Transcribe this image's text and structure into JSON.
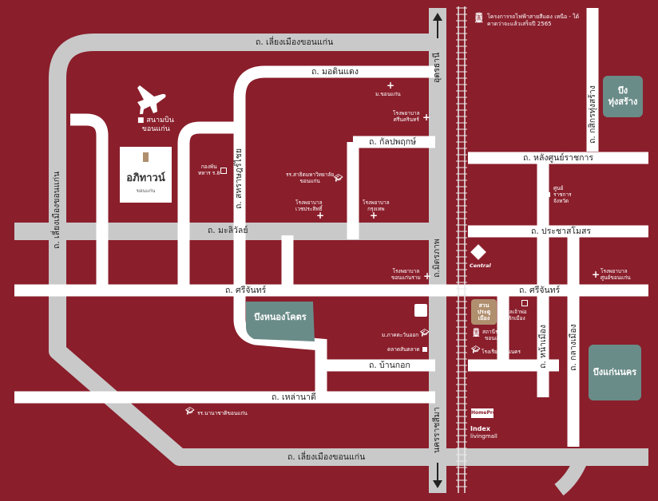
{
  "colors": {
    "background": "#8a1e2b",
    "road_white": "#ffffff",
    "ring_road": "#c9c9c9",
    "lake": "#6a8c88",
    "park": "#b08f6e",
    "label_text": "#222222",
    "marker_text": "#ffffff"
  },
  "roads": {
    "ring_top": "ถ. เลี่ยงเมืองขอนแก่น",
    "ring_bottom": "ถ. เลี่ยงเมืองขอนแก่น",
    "ring_left": "ถ. เลี่ยงเมืองขอนแก่น",
    "maliwan": "ถ. มะลิวัลย์",
    "sichan": "ถ. ศรีจันทร์",
    "sichan_east": "ถ. ศรีจันทร์",
    "lahnadi": "ถ. เหล่านาดี",
    "bankok": "ถ. บ้านกอก",
    "mottindaeng": "ถ. มอดินแดง",
    "kanlaphaphruk": "ถ. กัลปพฤกษ์",
    "sahakhuan": "ถ. สหราษฎร์ไชย",
    "mittraphap": "ถ.มิตรภาพ",
    "udon": "อุดรธานี",
    "nakhon_ratchasima": "นครราชสีมา",
    "lang_sun": "ถ. หลังศูนย์ราชการ",
    "prachasamosorn": "ถ. ประชาสโมสร",
    "klang_mueang": "ถ. กลางเมือง",
    "na_mueang": "ถ. หน้าเมือง",
    "kasikorn": "ถ. กสิกรทุ่งสร้าง"
  },
  "lakes": {
    "nong_khot": "บึงหนองโคตร",
    "thung_sang": "บึง\nทุ่งสร้าง",
    "kaen_nakhon": "บึงแก่นนคร",
    "park": "สวน\nประตู\nเมือง"
  },
  "brand": {
    "name": "อภิทาวน์",
    "sub": "ขอนแก่น"
  },
  "places": {
    "airport": "■ สนามบิน\n  ขอนแก่น",
    "army": "กองพัน\nทหาร ร.8",
    "khonkaen_univ": "ม.ขอนแก่น",
    "srinagarind": "โรงพยาบาล\nศรีนครินทร์",
    "sarasas": "รร.สาธิตมหาวิทยาลัย\nขอนแก่น",
    "wecare": "โรงพยาบาล\nเวชประสิทธิ์",
    "bangkok_hosp": "โรงพยาบาล\nกรุงเทพ",
    "khonkaen_ram": "โรงพยาบาล\nขอนแก่นราม",
    "central": "Central",
    "sunyakaen": "โรงพยาบาล\nศูนย์ขอนแก่น",
    "govt_center": "ศูนย์\nราชการ\nจังหวัด",
    "shrine": "ศาลเจ้าพ่อ\nหลักเมือง",
    "station": "สถานีรถไฟ\nขอนแก่น",
    "kkw_school": "โรงเรียนแก่นนคร",
    "northeast_univ": "ม.ภาคตะวันออก",
    "market": "ตลาดสันตลาด",
    "international_school": "รร.นานาชาติขอนแก่น",
    "homepro": "HomePro",
    "index_line1": "Index",
    "index_line2": "livingmall",
    "train_note": "โครงการรถไฟฟ้าสายสีแดง เหนือ - ใต้\nคาดว่าจะแล้วเสร็จปี 2565"
  }
}
